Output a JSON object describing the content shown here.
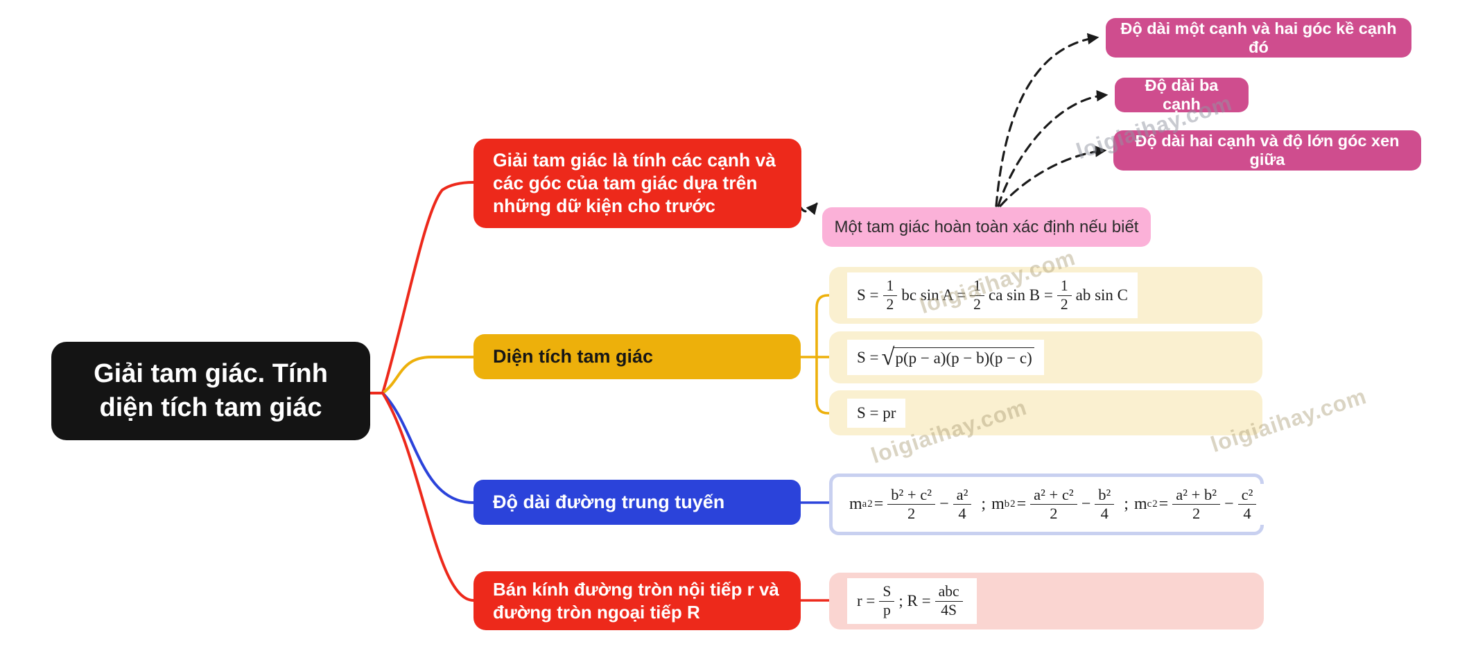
{
  "root": {
    "label": "Giải tam giác. Tính diện tích tam giác"
  },
  "solve": {
    "label": "Giải tam giác là tính các cạnh và các góc của tam giác dựa trên những dữ kiện cho trước",
    "determined": {
      "label": "Một tam giác hoàn toàn xác định nếu biết"
    },
    "cases": {
      "c1": "Độ dài một cạnh và hai góc kề cạnh đó",
      "c2": "Độ dài ba cạnh",
      "c3": "Độ dài hai cạnh và độ lớn góc xen giữa"
    }
  },
  "area": {
    "label": "Diện tích tam giác",
    "f1": {
      "lead": "S =",
      "n1": "1",
      "d1": "2",
      "t1": "bc sin A =",
      "n2": "1",
      "d2": "2",
      "t2": "ca sin B =",
      "n3": "1",
      "d3": "2",
      "t3": "ab sin C"
    },
    "f2": {
      "lead": "S =",
      "radicand": "p(p − a)(p − b)(p − c)"
    },
    "f3": {
      "text": "S = pr"
    }
  },
  "median": {
    "label": "Độ dài đường trung tuyến",
    "m": "m",
    "sup": "2",
    "eq": "=",
    "minus": "−",
    "sep": ";",
    "t1": {
      "sub": "a",
      "n1": "b² + c²",
      "d1": "2",
      "n2": "a²",
      "d2": "4"
    },
    "t2": {
      "sub": "b",
      "n1": "a² + c²",
      "d1": "2",
      "n2": "b²",
      "d2": "4"
    },
    "t3": {
      "sub": "c",
      "n1": "a² + b²",
      "d1": "2",
      "n2": "c²",
      "d2": "4"
    }
  },
  "radius": {
    "label": "Bán kính đường tròn nội tiếp r và đường tròn ngoại tiếp R",
    "f": {
      "lead": "r =",
      "n1": "S",
      "d1": "p",
      "mid": ";  R =",
      "n2": "abc",
      "d2": "4S"
    }
  },
  "watermark": "loigiaihay.com",
  "colors": {
    "root_bg": "#141414",
    "red": "#ED291B",
    "yellow": "#EDB00B",
    "blue": "#2B43DA",
    "magenta": "#CF4D8E",
    "pink": "#FBB1D8",
    "cream": "#FAF0D0",
    "salmon": "#FAD5D1",
    "lavender_border": "#C8D0F0",
    "dashed_line": "#1a1a1a"
  }
}
